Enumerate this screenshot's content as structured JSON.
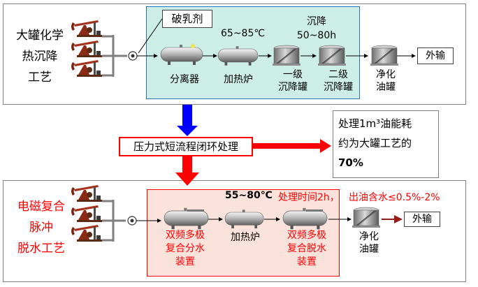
{
  "top": {
    "title_lines": [
      "大罐化学",
      "热沉降",
      "工艺"
    ],
    "demulsifier": "破乳剂",
    "temp_label": "65~85℃",
    "settle_label_1": "沉降",
    "settle_label_2": "50~80h",
    "units": [
      {
        "label_lines": [
          "分离器"
        ]
      },
      {
        "label_lines": [
          "加热炉"
        ]
      },
      {
        "label_lines": [
          "一级",
          "沉降罐"
        ]
      },
      {
        "label_lines": [
          "二级",
          "沉降罐"
        ]
      },
      {
        "label_lines": [
          "净化",
          "油罐"
        ]
      }
    ],
    "export": "外输"
  },
  "middle": {
    "process_box": "压力式短流程闭环处理",
    "result_lines": [
      "处理1m³油能耗",
      "约为大罐工艺的"
    ],
    "result_value": "70%"
  },
  "bottom": {
    "title_lines": [
      "电磁复合",
      "脉冲",
      "脱水工艺"
    ],
    "temp_label": "55~80℃",
    "time_label": "处理时间2h，",
    "water_label": "出油含水≤0.5%-2%",
    "units": [
      {
        "label_lines": [
          "双频多极",
          "复合分水",
          "装置"
        ]
      },
      {
        "label_lines": [
          "加热炉"
        ]
      },
      {
        "label_lines": [
          "双频多极",
          "复合脱水",
          "装置"
        ]
      },
      {
        "label_lines": [
          "净化",
          "油罐"
        ]
      }
    ],
    "export": "外输"
  },
  "colors": {
    "teal_fill": "#cdeee6",
    "teal_border": "#2e75b6",
    "red_fill": "#fbe3dc",
    "red": "#ff0000",
    "blue_arrow": "#0000ff",
    "dark_red_arrow": "#9b1b1b"
  },
  "icons": [
    "oil-pump-jack-icon",
    "pump-icon",
    "horizontal-vessel-icon",
    "storage-tank-icon",
    "down-arrow-icon",
    "right-arrow-icon"
  ]
}
